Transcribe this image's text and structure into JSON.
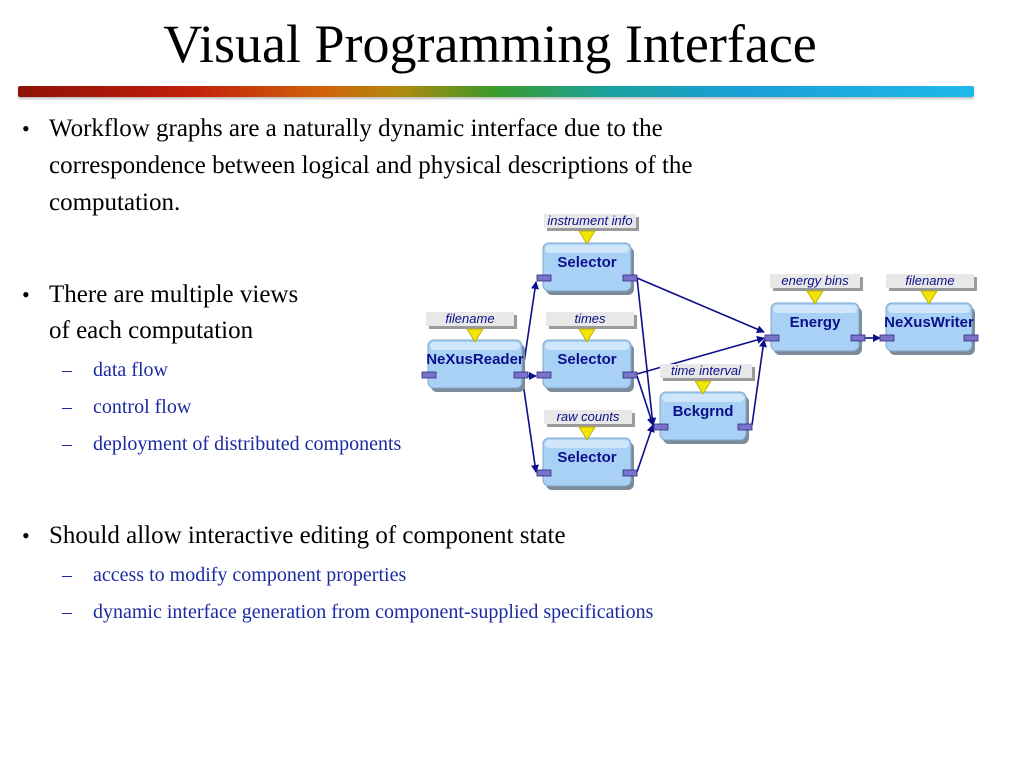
{
  "title": "Visual Programming Interface",
  "bullets": [
    {
      "lines": [
        "Workflow graphs are a naturally dynamic interface due to the",
        "correspondence between logical and physical descriptions of the",
        "computation."
      ]
    },
    {
      "lines": [
        "There are multiple views",
        "of each computation"
      ],
      "sub": [
        "data flow",
        "control flow",
        "deployment of distributed components"
      ]
    },
    {
      "lines": [
        "Should allow interactive editing of component state"
      ],
      "sub": [
        "access to modify component properties",
        "dynamic interface generation from component-supplied specifications"
      ]
    }
  ],
  "diagram": {
    "nodes": [
      {
        "id": "nexusreader",
        "label": "NeXusReader",
        "tag": "filename"
      },
      {
        "id": "selector1",
        "label": "Selector",
        "tag": "instrument info"
      },
      {
        "id": "selector2",
        "label": "Selector",
        "tag": "times"
      },
      {
        "id": "selector3",
        "label": "Selector",
        "tag": "raw counts"
      },
      {
        "id": "bckgrnd",
        "label": "Bckgrnd",
        "tag": "time interval"
      },
      {
        "id": "energy",
        "label": "Energy",
        "tag": "energy bins"
      },
      {
        "id": "nexuswriter",
        "label": "NeXusWriter",
        "tag": "filename"
      }
    ],
    "colors": {
      "box": "#a9d0f5",
      "edge": "#0b0f8a",
      "label": "#0b0f8a",
      "triangle": "#f2e600"
    }
  }
}
